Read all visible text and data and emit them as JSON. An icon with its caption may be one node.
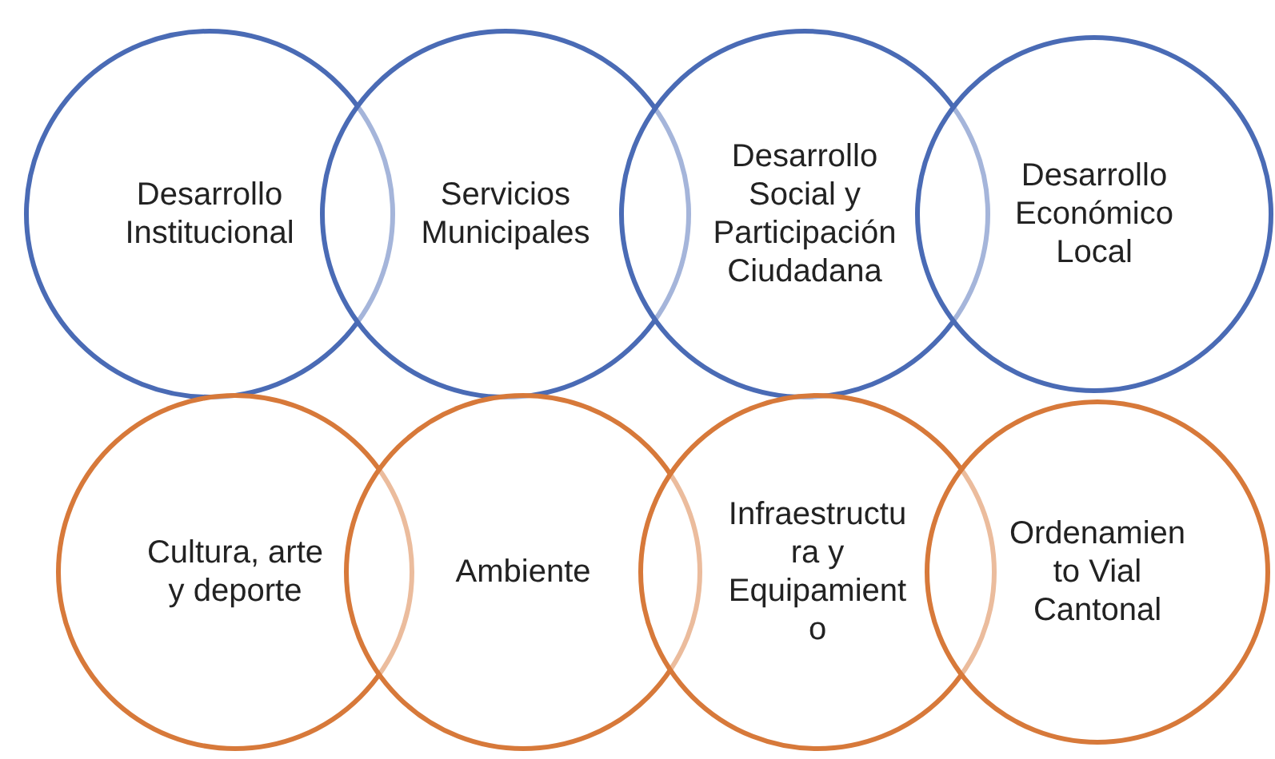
{
  "diagram": {
    "nodes": [
      {
        "text": [
          "Desarrollo Institucional"
        ]
      },
      {
        "text": [
          "Servicios Municipales"
        ]
      },
      {
        "text": [
          "Desarrollo Social y Participación Ciudadana"
        ]
      },
      {
        "text": [
          "Desarrollo Económico Local"
        ]
      },
      {
        "text": [
          "Cultura, arte y deporte"
        ]
      },
      {
        "text": [
          "Ambiente"
        ]
      },
      {
        "text": [
          "Infraestructu ra y Equipamient o"
        ]
      },
      {
        "text": [
          "Ordenamien to Vial Cantonal"
        ]
      }
    ]
  }
}
